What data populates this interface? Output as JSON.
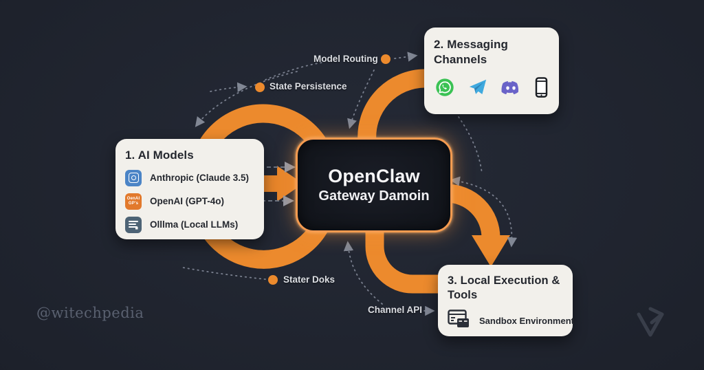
{
  "center": {
    "title": "OpenClaw",
    "subtitle": "Gateway Damoin"
  },
  "nodes": {
    "ai_models": {
      "title": "1. AI Models",
      "items": [
        {
          "icon": "anthropic-icon",
          "label": "Anthropic (Claude 3.5)"
        },
        {
          "icon": "openai-icon",
          "label": "OpenAI (GPT-4o)",
          "icon_lines": [
            "OenAI",
            "GP's"
          ]
        },
        {
          "icon": "ollama-icon",
          "label": "Olllma (Local LLMs)"
        }
      ]
    },
    "messaging": {
      "title": "2. Messaging Channels",
      "icons": [
        "whatsapp-icon",
        "telegram-icon",
        "discord-icon",
        "phone-icon"
      ]
    },
    "local_exec": {
      "title": "3. Local Execution & Tools",
      "items": [
        {
          "icon": "sandbox-icon",
          "label": "Sandbox Environment"
        }
      ]
    }
  },
  "labels": {
    "state_persistence": "State Persistence",
    "model_routing": "Model Routing",
    "stater_doks": "Stater Doks",
    "channel_api": "Channel API"
  },
  "watermark": "@witechpedia",
  "colors": {
    "background": "#1d212b",
    "card_bg": "#f2f0eb",
    "orange": "#ec8a2d",
    "center_border": "#f59b50",
    "flow_label": "#dcdee3",
    "whatsapp_green": "#3bc254",
    "telegram_blue": "#3fa9de",
    "discord_purple": "#6a63c8"
  }
}
